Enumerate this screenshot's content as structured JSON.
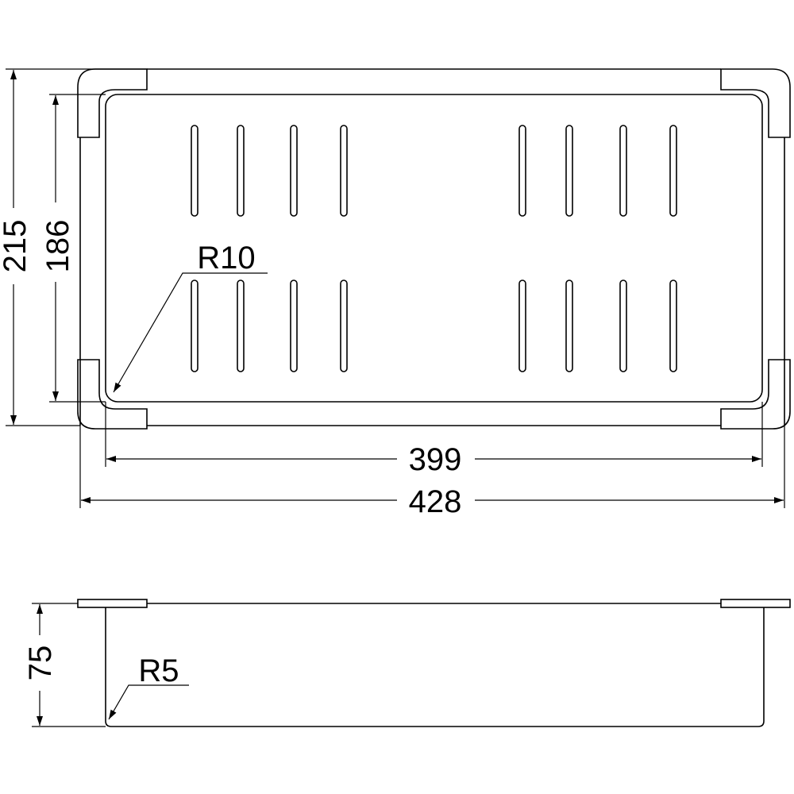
{
  "drawing": {
    "top_view": {
      "overall_length": "428",
      "inner_length": "399",
      "overall_width": "215",
      "inner_width": "186",
      "corner_radius": "R10"
    },
    "side_view": {
      "height": "75",
      "bottom_radius": "R5"
    },
    "colors": {
      "line": "#000000",
      "background": "#ffffff"
    }
  }
}
